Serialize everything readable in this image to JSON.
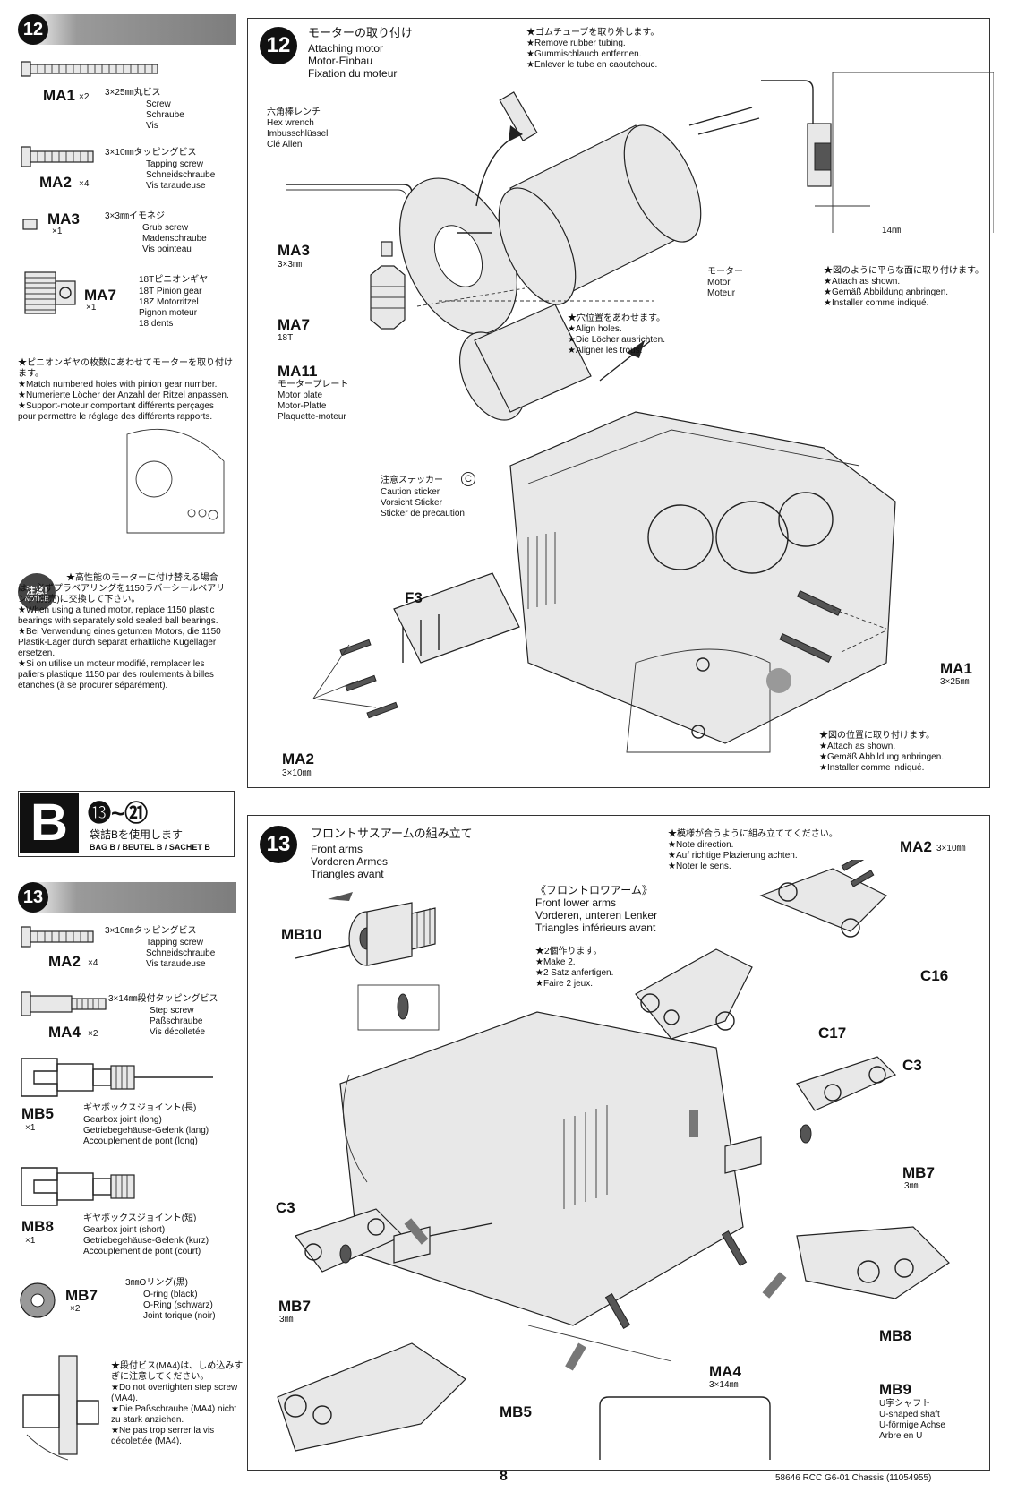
{
  "left12": {
    "step": "12",
    "parts": [
      {
        "code": "MA1",
        "qty": "×2",
        "jp": "3×25㎜丸ビス",
        "desc": "Screw\nSchraube\nVis"
      },
      {
        "code": "MA2",
        "qty": "×4",
        "jp": "3×10㎜タッピングビス",
        "desc": "Tapping screw\nSchneidschraube\nVis taraudeuse"
      },
      {
        "code": "MA3",
        "qty": "×1",
        "jp": "3×3㎜イモネジ",
        "desc": "Grub screw\nMadenschraube\nVis pointeau"
      },
      {
        "code": "MA7",
        "qty": "×1",
        "jp": "18Tピニオンギヤ",
        "desc": "18T Pinion gear\n18Z Motorritzel\nPignon moteur\n18 dents"
      }
    ],
    "pinion_note": "★ピニオンギヤの枚数にあわせてモーターを取り付けます。\n★Match numbered holes with pinion gear number.\n★Numerierte Löcher der Anzahl der Ritzel anpassen.\n★Support-moteur comportant différents perçages pour permettre le réglage des différents rapports.",
    "notice_badge_jp": "注意!",
    "notice_badge_en": "NOTICE",
    "notice_text": "★高性能のモーターに付け替える場合は、必ずプラベアリングを1150ラバーシールベアリング(別売)に交換して下さい。\n★When using a tuned motor, replace 1150 plastic bearings with separately sold sealed ball bearings.\n★Bei Verwendung eines getunten Motors, die 1150 Plastik-Lager durch separat erhältliche Kugellager ersetzen.\n★Si on utilise un moteur modifié, remplacer les paliers plastique 1150 par des roulements à billes étanches (à se procurer séparément)."
  },
  "bagB": {
    "letter": "B",
    "steps": "⓭~㉑",
    "jp": "袋詰Bを使用します",
    "en": "BAG B / BEUTEL B / SACHET B"
  },
  "left13": {
    "step": "13",
    "parts": [
      {
        "code": "MA2",
        "qty": "×4",
        "jp": "3×10㎜タッピングビス",
        "desc": "Tapping screw\nSchneidschraube\nVis taraudeuse"
      },
      {
        "code": "MA4",
        "qty": "×2",
        "jp": "3×14㎜段付タッピングビス",
        "desc": "Step screw\nPaßschraube\nVis décolletée"
      },
      {
        "code": "MB5",
        "qty": "×1",
        "jp": "ギヤボックスジョイント(長)",
        "desc": "Gearbox joint (long)\nGetriebegehäuse-Gelenk (lang)\nAccouplement de pont (long)"
      },
      {
        "code": "MB8",
        "qty": "×1",
        "jp": "ギヤボックスジョイント(短)",
        "desc": "Gearbox joint (short)\nGetriebegehäuse-Gelenk (kurz)\nAccouplement de pont (court)"
      },
      {
        "code": "MB7",
        "qty": "×2",
        "jp": "3㎜Oリング(黒)",
        "desc": "O-ring (black)\nO-Ring (schwarz)\nJoint torique (noir)"
      }
    ],
    "step_screw_note": "★段付ビス(MA4)は、しめ込みすぎに注意してください。\n★Do not overtighten step screw (MA4).\n★Die Paßschraube (MA4) nicht zu stark anziehen.\n★Ne pas trop serrer la vis décolettée (MA4)."
  },
  "panel12": {
    "step": "12",
    "title_jp": "モーターの取り付け",
    "title": "Attaching motor\nMotor-Einbau\nFixation du moteur",
    "tube_note": "★ゴムチューブを取り外します。\n★Remove rubber tubing.\n★Gummischlauch entfernen.\n★Enlever le tube en caoutchouc.",
    "wrench": "六角棒レンチ\nHex wrench\nImbusschlüssel\nClé Allen",
    "ma3": "MA3",
    "ma3_sub": "3×3㎜",
    "ma7": "MA7",
    "ma7_sub": "18T",
    "ma11": "MA11",
    "ma11_desc": "モータープレート\nMotor plate\nMotor-Platte\nPlaquette-moteur",
    "motor": "モーター\nMotor\nMoteur",
    "align": "★穴位置をあわせます。\n★Align holes.\n★Die Löcher ausrichten.\n★Aligner les trous.",
    "flat": "★図のように平らな面に取り付けます。\n★Attach as shown.\n★Gemäß Abbildung anbringen.\n★Installer comme indiqué.",
    "dim14": "14㎜",
    "sticker": "注意ステッカー",
    "sticker_code": "C",
    "sticker_desc": "Caution sticker\nVorsicht Sticker\nSticker de precaution",
    "f3": "F3",
    "ma1": "MA1",
    "ma1_sub": "3×25㎜",
    "ma2": "MA2",
    "ma2_sub": "3×10㎜",
    "attach": "★図の位置に取り付けます。\n★Attach as shown.\n★Gemäß Abbildung anbringen.\n★Installer comme indiqué."
  },
  "panel13": {
    "step": "13",
    "title_jp": "フロントサスアームの組み立て",
    "title": "Front arms\nVorderen Armes\nTriangles avant",
    "direction": "★模様が合うように組み立ててください。\n★Note direction.\n★Auf richtige Plazierung achten.\n★Noter le sens.",
    "lower_arms": "《フロントロワアーム》\nFront lower arms\nVorderen, unteren Lenker\nTriangles inférieurs avant",
    "make2": "★2個作ります。\n★Make 2.\n★2 Satz anfertigen.\n★Faire 2 jeux.",
    "mb10": "MB10",
    "ma2": "MA2",
    "ma2_sub": "3×10㎜",
    "c16": "C16",
    "c17": "C17",
    "c3a": "C3",
    "c3b": "C3",
    "mb7a": "MB7",
    "mb7a_sub": "3㎜",
    "mb7b": "MB7",
    "mb7b_sub": "3㎜",
    "mb8": "MB8",
    "mb5": "MB5",
    "ma4": "MA4",
    "ma4_sub": "3×14㎜",
    "mb9": "MB9",
    "mb9_desc": "U字シャフト\nU-shaped shaft\nU-förmige Achse\nArbre en U"
  },
  "footer": {
    "page": "8",
    "code": "58646 RCC G6-01 Chassis (11054955)"
  }
}
